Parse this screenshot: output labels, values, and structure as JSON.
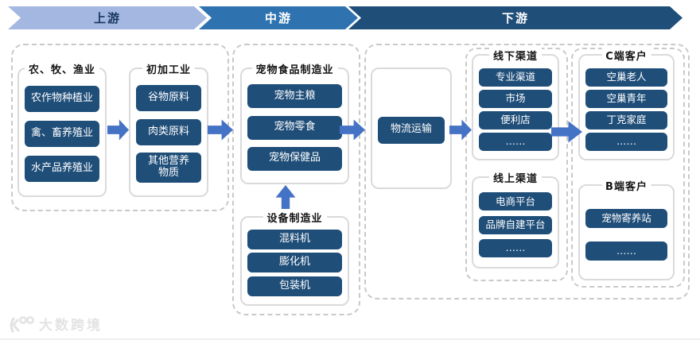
{
  "header": {
    "banners": [
      {
        "label": "上游"
      },
      {
        "label": "中游"
      },
      {
        "label": "下游"
      }
    ]
  },
  "upstream": {
    "groups": [
      {
        "title": "农、牧、渔业",
        "items": [
          "农作物种植业",
          "禽、畜养殖业",
          "水产品养殖业"
        ]
      },
      {
        "title": "初加工业",
        "items": [
          "谷物原料",
          "肉类原料",
          "其他营养物质"
        ]
      }
    ]
  },
  "midstream": {
    "groups": [
      {
        "title": "宠物食品制造业",
        "items": [
          "宠物主粮",
          "宠物零食",
          "宠物保健品"
        ]
      },
      {
        "title": "设备制造业",
        "items": [
          "混料机",
          "膨化机",
          "包装机"
        ]
      }
    ]
  },
  "downstream": {
    "logistics": "物流运输",
    "channel_groups": [
      {
        "title": "线下渠道",
        "items": [
          "专业渠道",
          "市场",
          "便利店",
          "……"
        ]
      },
      {
        "title": "线上渠道",
        "items": [
          "电商平台",
          "品牌自建平台",
          "……"
        ]
      }
    ],
    "customer_groups": [
      {
        "title": "C端客户",
        "items": [
          "空巢老人",
          "空巢青年",
          "丁克家庭",
          "……"
        ]
      },
      {
        "title": "B端客户",
        "items": [
          "宠物寄养站",
          "……"
        ]
      }
    ]
  },
  "watermark": {
    "text": "大数跨境"
  },
  "colors": {
    "banner_upstream_bg": "#a3b7e0",
    "banner_upstream_text": "#17375e",
    "banner_midstream_bg": "#2e73b0",
    "banner_downstream_bg": "#1f4e79",
    "item_box_bg": "#1f4e79",
    "arrow": "#4472c4"
  }
}
